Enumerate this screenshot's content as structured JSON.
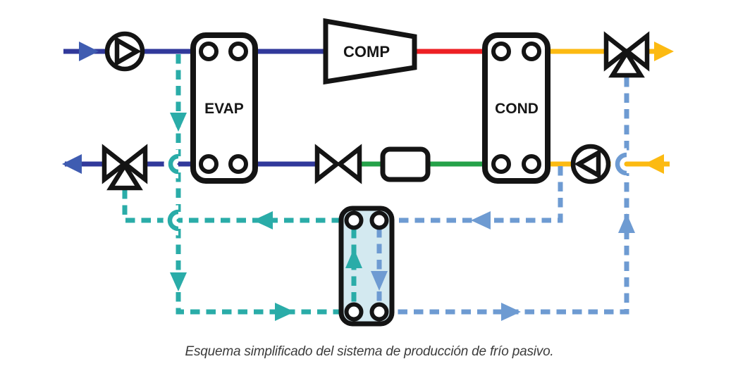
{
  "figure": {
    "caption": "Esquema simplificado del sistema de producción de frío pasivo."
  },
  "blocks": {
    "evaporator": "EVAP",
    "compressor": "COMP",
    "condenser": "COND"
  },
  "colors": {
    "ink": "#141414",
    "navy": "#31399b",
    "arrowblue": "#3f5cb1",
    "red": "#ed2024",
    "yellow": "#fcba12",
    "green": "#25a249",
    "teal": "#2aaca8",
    "lightblue": "#6e9bd2",
    "hxfill": "#d3e9f0",
    "captiongray": "#3c3c3c"
  }
}
